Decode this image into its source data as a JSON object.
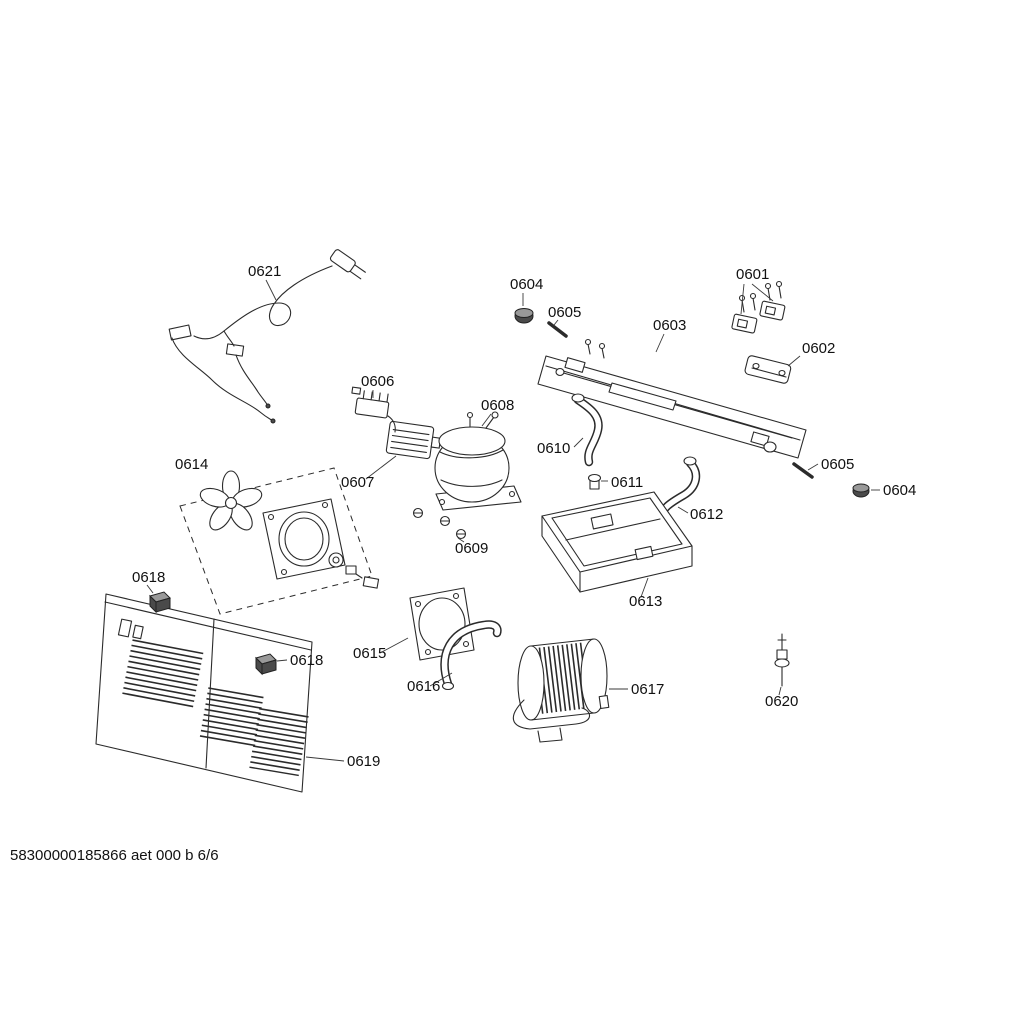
{
  "page": {
    "background_color": "#ffffff",
    "line_color": "#2b2b2b",
    "footer_code": "58300000185866 aet 000 b 6/6"
  },
  "diagram": {
    "kind": "appliance-exploded-parts-diagram",
    "labels": [
      {
        "part": "power-cord",
        "text": "0621"
      },
      {
        "part": "grommet-top",
        "text": "0604"
      },
      {
        "part": "pin-top",
        "text": "0605"
      },
      {
        "part": "mounting-rail",
        "text": "0603"
      },
      {
        "part": "bracket-pair",
        "text": "0601"
      },
      {
        "part": "bracket",
        "text": "0602"
      },
      {
        "part": "terminal-block",
        "text": "0606"
      },
      {
        "part": "compressor",
        "text": "0608"
      },
      {
        "part": "discharge-tube",
        "text": "0610"
      },
      {
        "part": "fan-assembly",
        "text": "0614"
      },
      {
        "part": "starter-relay",
        "text": "0607"
      },
      {
        "part": "tube-fitting",
        "text": "0611"
      },
      {
        "part": "pin-right",
        "text": "0605"
      },
      {
        "part": "grommet-right",
        "text": "0604"
      },
      {
        "part": "suction-tube",
        "text": "0612"
      },
      {
        "part": "screws",
        "text": "0609"
      },
      {
        "part": "drain-pan",
        "text": "0613"
      },
      {
        "part": "clip-upper",
        "text": "0618"
      },
      {
        "part": "clip-lower",
        "text": "0618"
      },
      {
        "part": "fan-frame",
        "text": "0615"
      },
      {
        "part": "tube-arc",
        "text": "0616"
      },
      {
        "part": "condenser",
        "text": "0617"
      },
      {
        "part": "valve",
        "text": "0620"
      },
      {
        "part": "back-panel",
        "text": "0619"
      }
    ]
  }
}
